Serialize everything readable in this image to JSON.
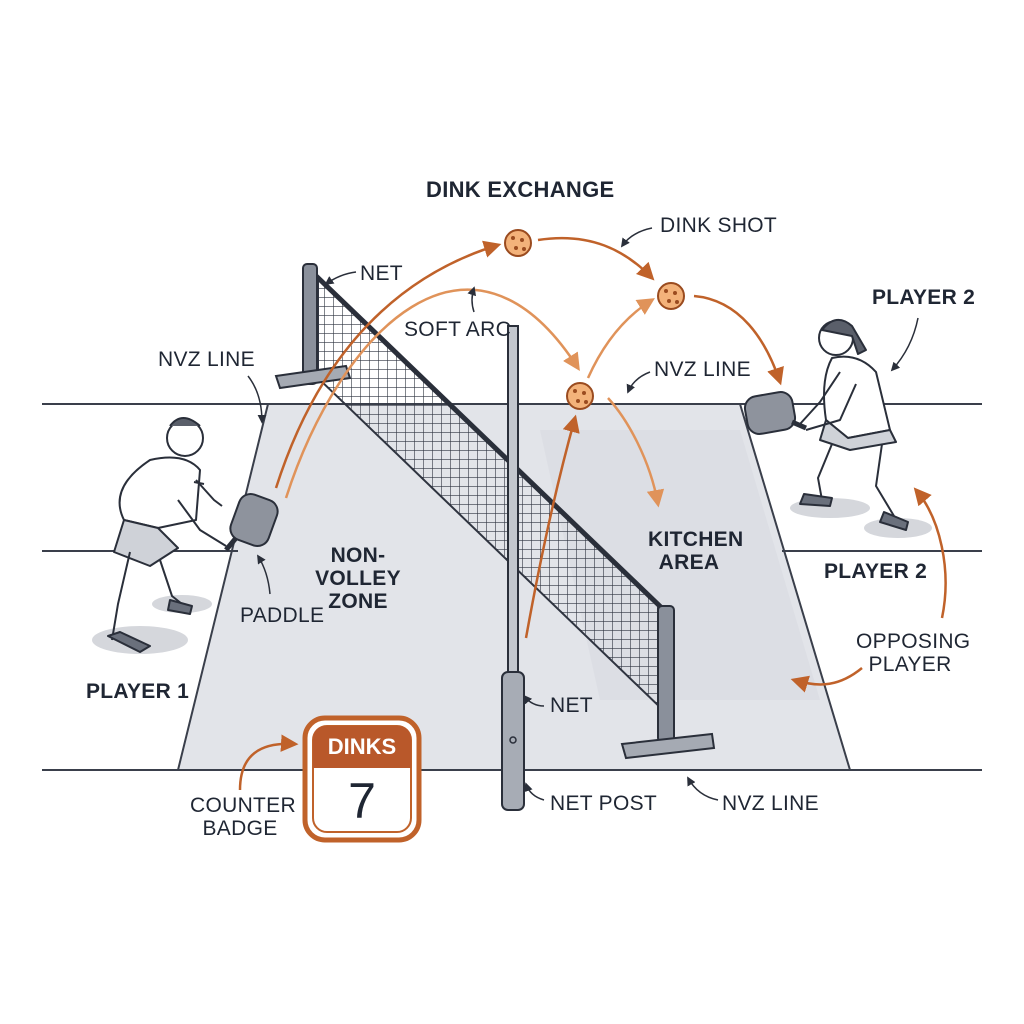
{
  "title": "DINK EXCHANGE",
  "labels": {
    "dink_shot": "DINK SHOT",
    "net_top": "NET",
    "soft_arc": "SOFT ARC",
    "player2_top": "PLAYER 2",
    "nvz_line_left": "NVZ LINE",
    "nvz_line_mid": "NVZ LINE",
    "nvz_line_bottom": "NVZ LINE",
    "non_volley_zone": "NON-VOLLEY\nZONE",
    "kitchen_area": "KITCHEN\nAREA",
    "player2_right": "PLAYER 2",
    "paddle": "PADDLE",
    "opposing_player": "OPPOSING\nPLAYER",
    "player1": "PLAYER 1",
    "net_mid": "NET",
    "counter_badge": "COUNTER\nBADGE",
    "net_post": "NET POST"
  },
  "counter_badge": {
    "title": "DINKS",
    "value": "7"
  },
  "colors": {
    "accent": "#c0622a",
    "accent_light": "#e0935a",
    "court": "#e2e4e9",
    "line": "#3a3f4b",
    "ink": "#1f2633",
    "ball": "#f3b27a"
  },
  "icons": [
    "pickleball-icon",
    "paddle-icon",
    "player-figure",
    "net-post-icon",
    "arrow-icon"
  ]
}
